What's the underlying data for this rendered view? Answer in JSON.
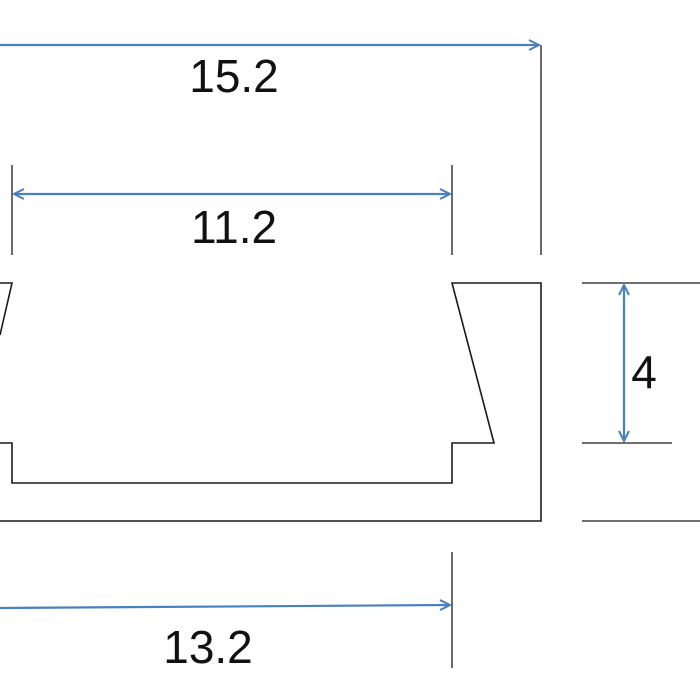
{
  "diagram": {
    "labels": {
      "top_width": "15.2",
      "opening_width": "11.2",
      "bottom_width": "13.2",
      "height": "4"
    },
    "colors": {
      "dimension_line": "#4a7fc0",
      "outline": "#1a1a1a",
      "text": "#111111",
      "background": "#ffffff"
    }
  }
}
